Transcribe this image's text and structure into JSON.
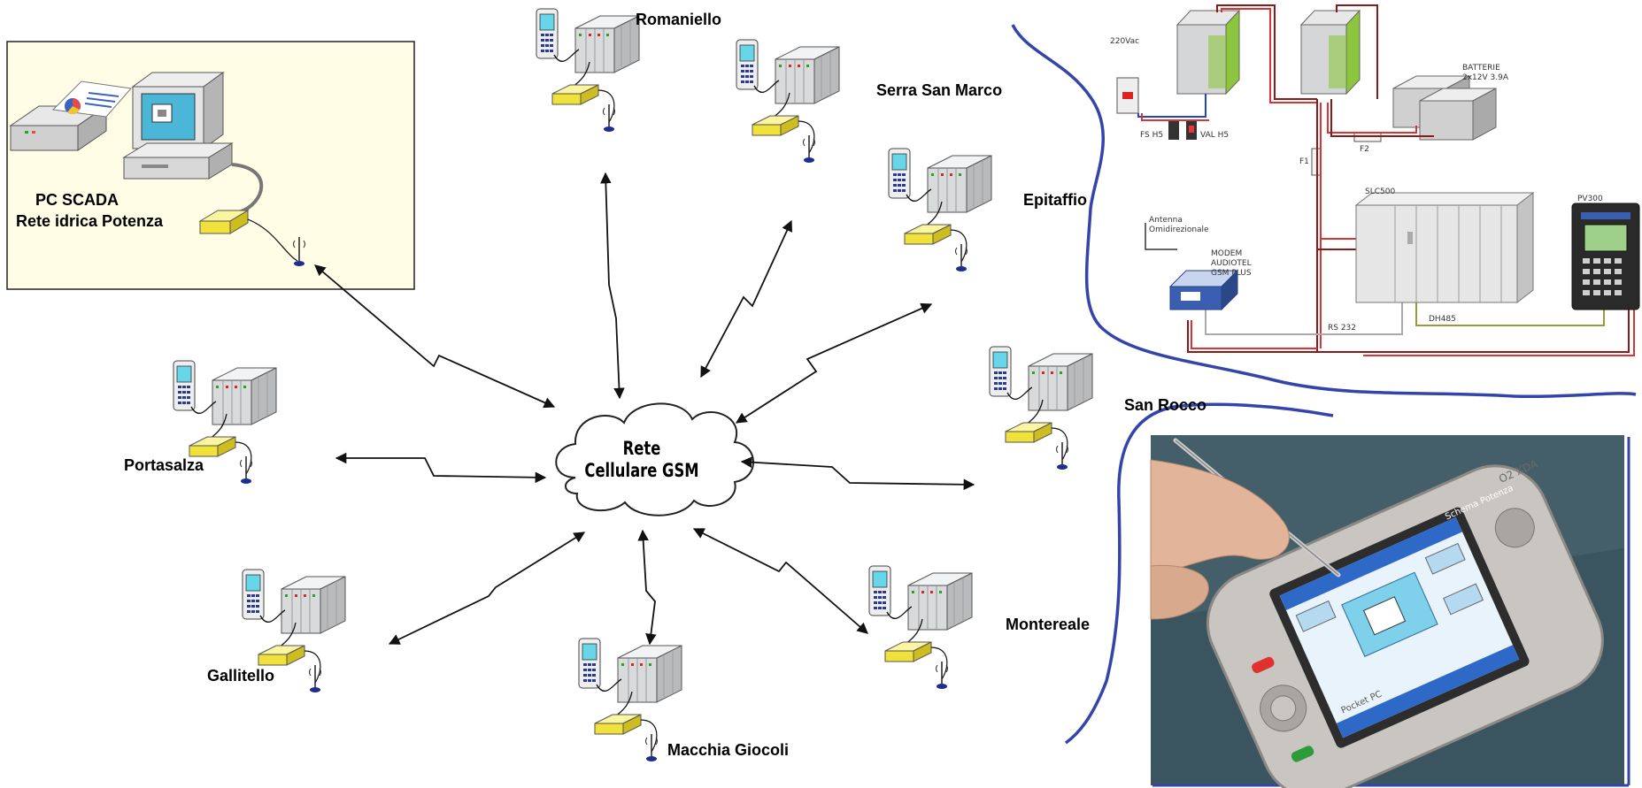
{
  "scada": {
    "line1": "PC SCADA",
    "line2": "Rete idrica Potenza"
  },
  "cloud": {
    "line1": "Rete",
    "line2": "Cellulare GSM"
  },
  "stations": [
    {
      "id": "romaniello",
      "label": "Romaniello"
    },
    {
      "id": "serra-san-marco",
      "label": "Serra San Marco"
    },
    {
      "id": "epitaffio",
      "label": "Epitaffio"
    },
    {
      "id": "san-rocco",
      "label": "San Rocco"
    },
    {
      "id": "montereale",
      "label": "Montereale"
    },
    {
      "id": "macchia-giocoli",
      "label": "Macchia Giocoli"
    },
    {
      "id": "gallitello",
      "label": "Gallitello"
    },
    {
      "id": "portasalza",
      "label": "Portasalza"
    }
  ],
  "panel": {
    "v220": "220Vac",
    "fs_h5": "FS H5",
    "val_h5": "VAL H5",
    "batterie": "BATTERIE",
    "batterie_spec": "2x12V 3.9A",
    "f1": "F1",
    "f2": "F2",
    "slc500": "SLC500",
    "pv300": "PV300",
    "antenna1": "Antenna",
    "antenna2": "Omidirezionale",
    "modem1": "MODEM",
    "modem2": "AUDIOTEL",
    "modem3": "GSM PLUS",
    "rs232": "RS 232",
    "dh485": "DH485"
  },
  "pda": {
    "brand": "O2 XDA",
    "screen_title": "Schema Potenza",
    "model": "Pocket PC"
  },
  "colors": {
    "boundary": "#3344aa",
    "modem": "#f0e23a",
    "plc": "#d8dadc",
    "psu": "#8cc63f",
    "scada_bg": "#fffde6"
  }
}
